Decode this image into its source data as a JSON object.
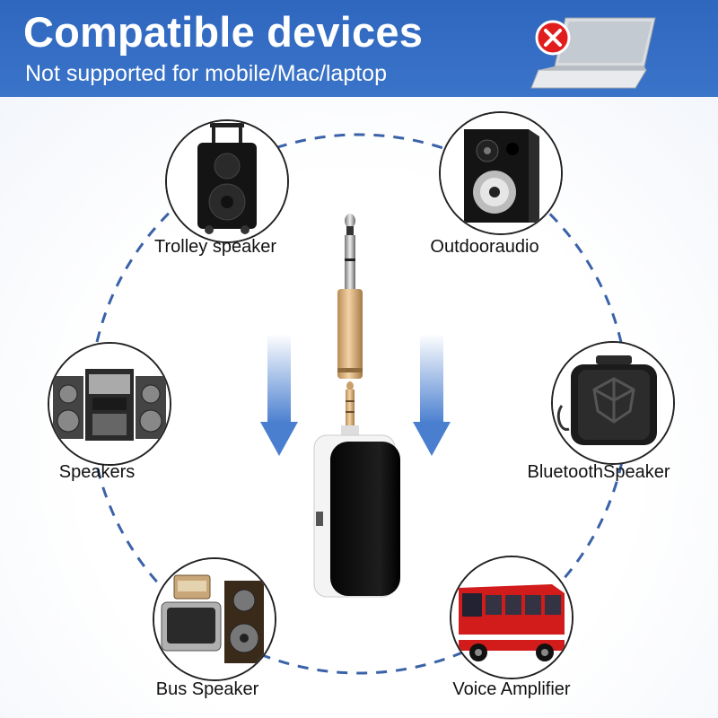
{
  "header": {
    "title": "Compatible devices",
    "subtitle": "Not supported for mobile/Mac/laptop",
    "bg_color": "#3470c4"
  },
  "devices": [
    {
      "label": "Trolley speaker",
      "icon": "trolley-speaker-icon"
    },
    {
      "label": "Outdooraudio",
      "icon": "outdoor-audio-speaker-icon"
    },
    {
      "label": "Speakers",
      "icon": "hifi-stereo-icon"
    },
    {
      "label": "BluetoothSpeaker",
      "icon": "bluetooth-speaker-icon"
    },
    {
      "label": "Bus Speaker",
      "icon": "radio-tv-speaker-icon"
    },
    {
      "label": "Voice Amplifier",
      "icon": "red-bus-icon"
    }
  ],
  "colors": {
    "accent": "#3470c4",
    "dash": "#3a62a8",
    "arrow": "#4a7fd0"
  }
}
